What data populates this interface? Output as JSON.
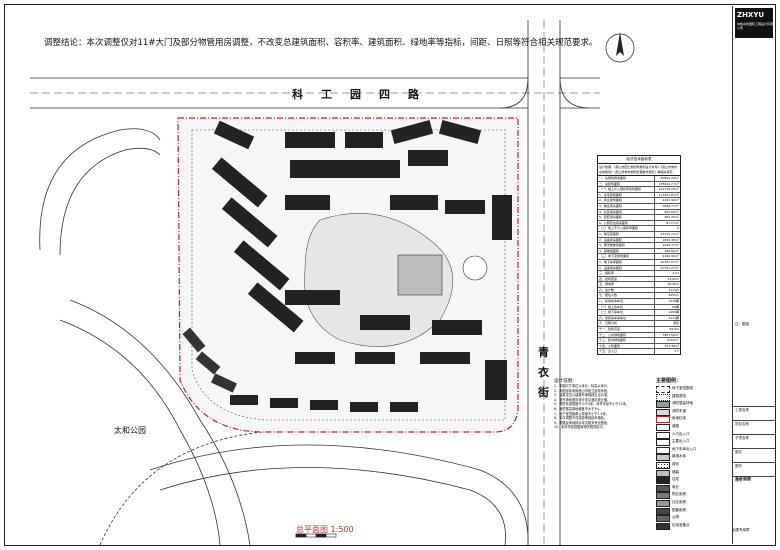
{
  "note": "调整结论：本次调整仅对11#大门及部分物管用房调整，不改变总建筑面积、容积率、建筑面积、绿地率等指标，间距、日照等符合相关规范要求。",
  "roads": {
    "north": [
      "科",
      "工",
      "园",
      "四",
      "路"
    ],
    "east": [
      "青",
      "衣",
      "街"
    ]
  },
  "park_label": "太和公园",
  "scale_label": "总平面图 1:500",
  "logo": {
    "text": "ZHXYU",
    "subtitle": "中衡卓创国际工程设计有限公司"
  },
  "title_block": {
    "rows": [
      "工程名称",
      "项目名称",
      "子项名称",
      "图名",
      "图号",
      "日期"
    ],
    "drawing_name": "总平面图",
    "stamp": "出图专用章"
  },
  "right_note": "注：图纸",
  "stats_table": {
    "title": "经济技术指标表",
    "description": "设计依据：《眉山市国土规划局规划设计条件》《眉山市城市总体规划》《眉山市城市规划管理技术规定》等相关规范",
    "rows": [
      [
        "一、总规划用地面积",
        "60563.34m²"
      ],
      [
        "二、总建筑面积",
        "178312.77m²"
      ],
      [
        "（一）地上计入容积率建筑面积",
        "121776.28m²"
      ],
      [
        "1、住宅建筑面积",
        "113401.87m²"
      ],
      [
        "2、商业建筑面积",
        "2297.46m²"
      ],
      [
        "3、物业用房面积",
        "1868.77m²"
      ],
      [
        "4、社区用房面积",
        "605.60m²"
      ],
      [
        "5、配套用房面积",
        "265.30m²"
      ],
      [
        "6、公厕及垃圾房面积",
        "87.17m²"
      ],
      [
        "（二）地上不计入容积率面积",
        "0"
      ],
      [
        "1、架空层面积",
        "13770.71m²"
      ],
      [
        "2、设备用房面积",
        "1859.38m²"
      ],
      [
        "3、屋顶楼梯间面积",
        "1096.37m²"
      ],
      [
        "4、避难层面积",
        "186.80m²"
      ],
      [
        "（三）地下室建筑面积",
        "2406.96m²"
      ],
      [
        "1、地下车库面积",
        "40761.27m²"
      ],
      [
        "2、设备用房面积",
        "40761.27m²"
      ],
      [
        "三、容积率",
        "2.01"
      ],
      [
        "四、建筑密度",
        "23.65%"
      ],
      [
        "五、绿地率",
        "30.00%"
      ],
      [
        "六、总户数",
        "1111户"
      ],
      [
        "七、居住人数",
        "3555人"
      ],
      [
        "八、机动车停车位",
        "1316辆"
      ],
      [
        "（一）地上停车位",
        "66辆"
      ],
      [
        "（二）地下停车位",
        "1250辆"
      ],
      [
        "九、非机动车停车位",
        "1111辆"
      ],
      [
        "十、日照分析",
        "满足"
      ],
      [
        "十一、建筑高度",
        "99.9m"
      ],
      [
        "十二、公共绿地面积",
        "7867.50m²"
      ],
      [
        "十三、集中绿地面积",
        "4150m²"
      ],
      [
        "十四、人防面积",
        "761.40m²"
      ],
      [
        "十五、出入口",
        "4个"
      ]
    ]
  },
  "legend": {
    "title": "主要图例：",
    "items": [
      {
        "label": "地下室范围线",
        "color": "#ffffff",
        "style": "dash"
      },
      {
        "label": "建筑退线",
        "color": "#ffffff",
        "style": "dashdot"
      },
      {
        "label": "消防登高场地",
        "color": "#9a9a9a",
        "style": "fill"
      },
      {
        "label": "消防车道",
        "color": "#d8d8d8",
        "style": "fill"
      },
      {
        "label": "用地红线",
        "color": "#ffffff",
        "style": "red"
      },
      {
        "label": "道路",
        "color": "#ffffff",
        "style": "line"
      },
      {
        "label": "人行出入口",
        "color": "#ffffff",
        "style": "arrow"
      },
      {
        "label": "主要出入口",
        "color": "#ffffff",
        "style": "arrow"
      },
      {
        "label": "地下车库出入口",
        "color": "#ffffff",
        "style": "arrow"
      },
      {
        "label": "景观水体",
        "color": "#c8c8c8",
        "style": "fill"
      },
      {
        "label": "绿化",
        "color": "#ffffff",
        "style": "dots"
      },
      {
        "label": "铺装",
        "color": "#bdbdbd",
        "style": "fill"
      },
      {
        "label": "住宅",
        "color": "#222222",
        "style": "fill"
      },
      {
        "label": "商业",
        "color": "#555555",
        "style": "fill"
      },
      {
        "label": "物业用房",
        "color": "#777777",
        "style": "fill"
      },
      {
        "label": "社区用房",
        "color": "#999999",
        "style": "fill"
      },
      {
        "label": "配套用房",
        "color": "#444444",
        "style": "fill"
      },
      {
        "label": "公厕",
        "color": "#666666",
        "style": "fill"
      },
      {
        "label": "垃圾收集点",
        "color": "#333333",
        "style": "fill"
      }
    ]
  },
  "notes": {
    "title": "设计说明：",
    "lines": [
      "1、本图尺寸单位以米计，标高以米计。",
      "2、本图坐标采用眉山市独立坐标系统。",
      "3、建筑定位以建筑外墙轴线交点为准。",
      "4、室外场地竖向设计详见竖向设计图。",
      "5、消防车道宽度不小于4米，转弯半径不小于12米。",
      "6、消防登高场地坡度不大于3%。",
      "7、地下室顶板覆土厚度不小于1.5米。",
      "8、本次调整不改变原审批技术指标。",
      "9、道路及场地排水详见相关专业图纸。",
      "10、未尽事宜按国家相关规范执行。"
    ]
  }
}
